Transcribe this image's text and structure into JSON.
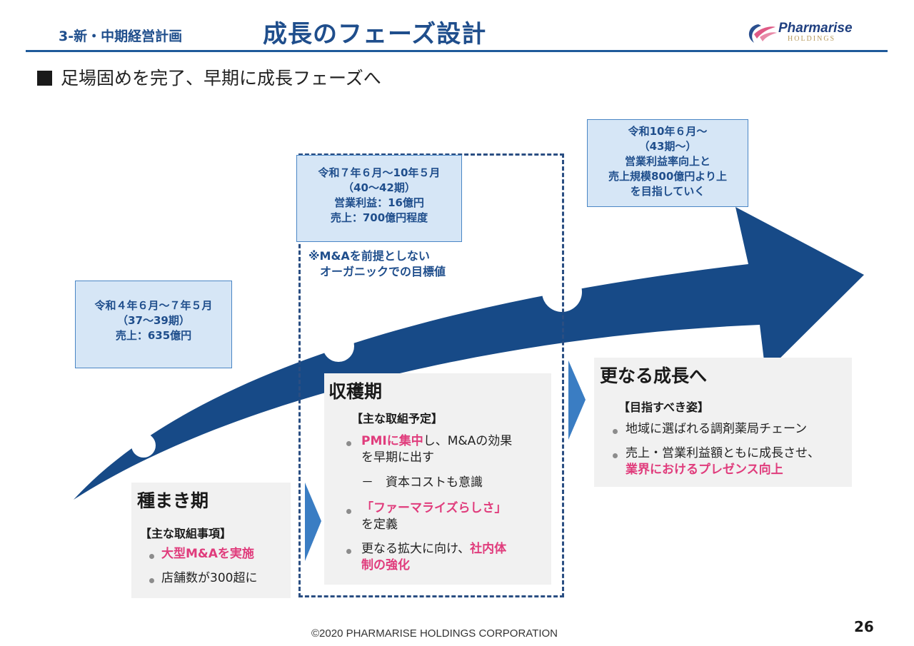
{
  "header": {
    "section": "3-新・中期経営計画",
    "title": "成長のフェーズ設計",
    "logo_name": "Pharmarise",
    "logo_sub": "HOLDINGS"
  },
  "subtitle": "足場固めを完了、早期に成長フェーズへ",
  "info_boxes": [
    {
      "lines": [
        "令和４年６月～７年５月",
        "（37～39期）",
        "売上：635億円"
      ]
    },
    {
      "lines": [
        "令和７年６月～10年５月",
        "（40～42期）",
        "営業利益：16億円",
        "売上：700億円程度"
      ]
    },
    {
      "lines": [
        "令和10年６月～",
        "（43期～）",
        "営業利益率向上と",
        "売上規模800億円より上",
        "を目指していく"
      ]
    }
  ],
  "note_lines": [
    "※M&Aを前提としない",
    "　オーガニックでの目標値"
  ],
  "phase1": {
    "title": "種まき期",
    "heading": "【主な取組事項】",
    "item1_em": "大型M&Aを実施",
    "item2": "店舗数が300超に"
  },
  "phase2": {
    "title": "収穫期",
    "heading": "【主な取組予定】",
    "item1_em": "PMIに集中",
    "item1_rest": "し、M&Aの効果",
    "item1_line2": "を早期に出す",
    "sub_item": "－　資本コストも意識",
    "item2_em": "「ファーマライズらしさ」",
    "item2_line2": "を定義",
    "item3_pre": "更なる拡大に向け、",
    "item3_em": "社内体",
    "item3_em2": "制の強化"
  },
  "phase3": {
    "title": "更なる成長へ",
    "heading": "【目指すべき姿】",
    "item1": "地域に選ばれる調剤薬局チェーン",
    "item2": "売上・営業利益額ともに成長させ、",
    "item2_em": "業界におけるプレゼンス向上"
  },
  "footer": "©2020 PHARMARISE HOLDINGS CORPORATION",
  "page_number": "26",
  "colors": {
    "brand": "#1f4e8c",
    "arrow": "#174a87",
    "highlight": "#e03c7c",
    "box_fill": "#d6e6f6",
    "panel": "#f1f1f1"
  }
}
